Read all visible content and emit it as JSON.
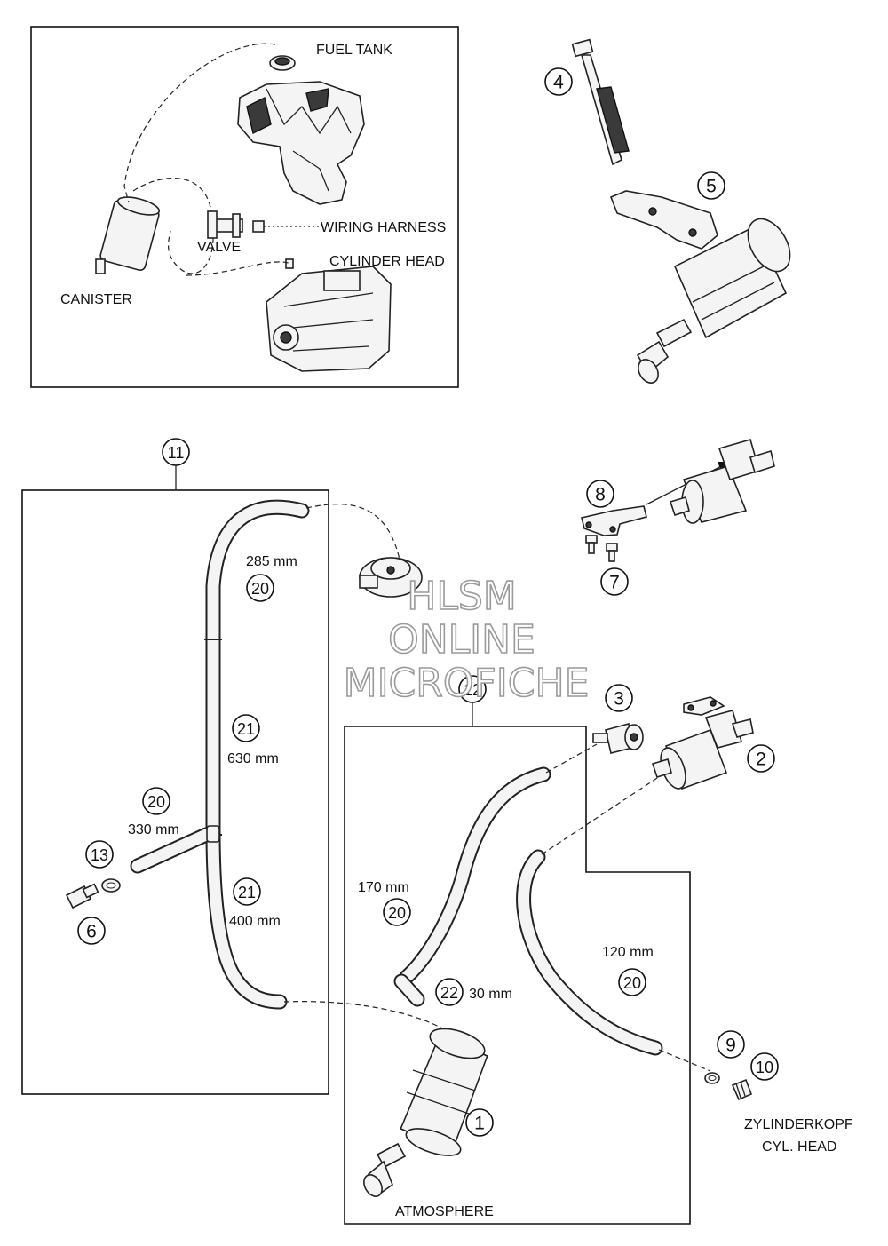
{
  "inset": {
    "fuel_tank": "FUEL TANK",
    "wiring_harness": "WIRING HARNESS",
    "valve": "VALVE",
    "cylinder_head": "CYLINDER HEAD",
    "canister": "CANISTER"
  },
  "callouts": [
    "1",
    "2",
    "3",
    "4",
    "5",
    "6",
    "7",
    "8",
    "9",
    "10",
    "11",
    "12",
    "13",
    "20",
    "21",
    "22"
  ],
  "hoses": {
    "h285": "285 mm",
    "h630": "630 mm",
    "h330": "330 mm",
    "h400": "400 mm",
    "h170": "170 mm",
    "h30": "30 mm",
    "h120": "120 mm"
  },
  "labels": {
    "atmosphere": "ATMOSPHERE",
    "zylinderkopf": "ZYLINDERKOPF",
    "cyl_head": "CYL. HEAD"
  },
  "watermark": {
    "line1": "HLSM",
    "line2": "ONLINE",
    "line3": "MICROFICHE"
  }
}
